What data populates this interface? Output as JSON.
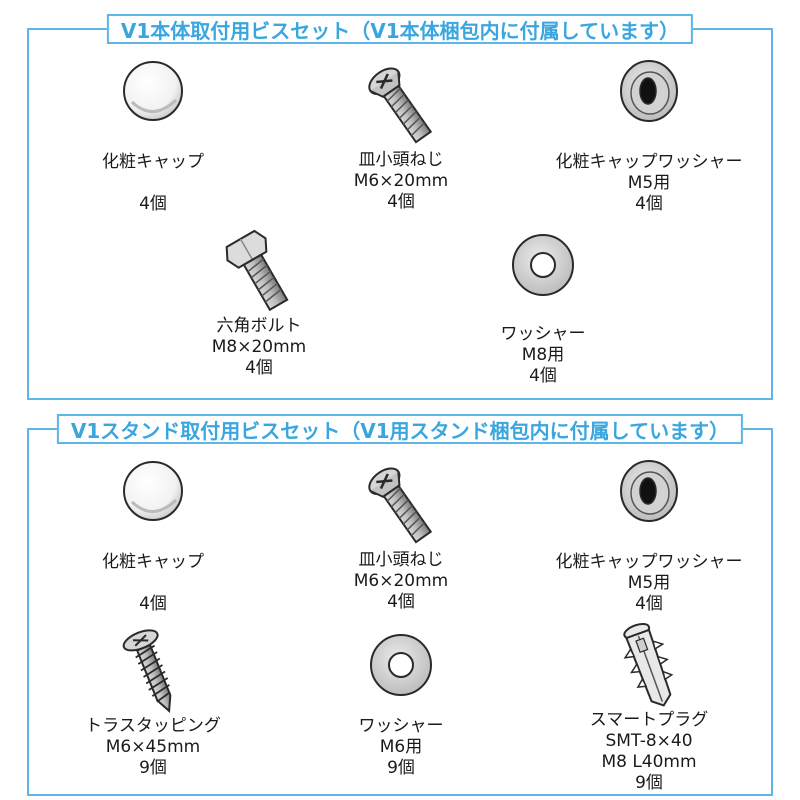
{
  "sections": [
    {
      "title": "V1本体取付用ビスセット（V1本体梱包内に付属しています）",
      "items": [
        {
          "name": "化粧キャップ",
          "spec": "",
          "qty": "4個"
        },
        {
          "name": "皿小頭ねじ",
          "spec": "M6×20mm",
          "qty": "4個"
        },
        {
          "name": "化粧キャップワッシャー",
          "spec": "M5用",
          "qty": "4個"
        },
        {
          "name": "六角ボルト",
          "spec": "M8×20mm",
          "qty": "4個"
        },
        {
          "name": "ワッシャー",
          "spec": "M8用",
          "qty": "4個"
        }
      ]
    },
    {
      "title": "V1スタンド取付用ビスセット（V1用スタンド梱包内に付属しています）",
      "items": [
        {
          "name": "化粧キャップ",
          "spec": "",
          "qty": "4個"
        },
        {
          "name": "皿小頭ねじ",
          "spec": "M6×20mm",
          "qty": "4個"
        },
        {
          "name": "化粧キャップワッシャー",
          "spec": "M5用",
          "qty": "4個"
        },
        {
          "name": "トラスタッピング",
          "spec": "M6×45mm",
          "qty": "9個"
        },
        {
          "name": "ワッシャー",
          "spec": "M6用",
          "qty": "9個"
        },
        {
          "name": "スマートプラグ",
          "spec": "SMT-8×40",
          "spec2": "M8 L40mm",
          "qty": "9個"
        }
      ]
    }
  ],
  "colors": {
    "frame": "#5db6e6",
    "title": "#3aa6e0",
    "part_outline": "#2a2a2a"
  },
  "icons": [
    "cap-icon",
    "flat-screw-icon",
    "cap-washer-icon",
    "hex-bolt-icon",
    "washer-icon",
    "truss-tapping-screw-icon",
    "wall-plug-icon"
  ]
}
